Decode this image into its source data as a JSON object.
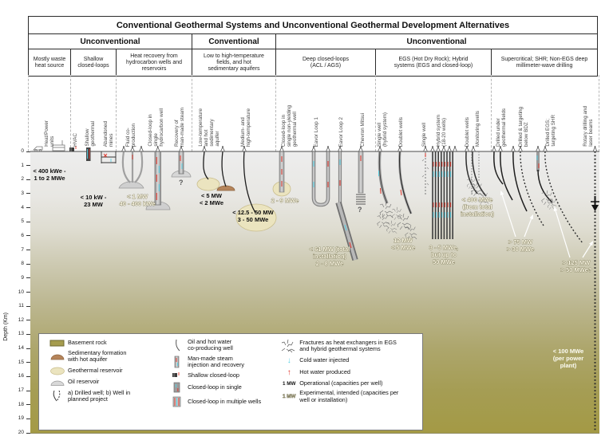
{
  "title": "Conventional Geothermal Systems and Unconventional Geothermal Development Alternatives",
  "categories": [
    "Unconventional",
    "Conventional",
    "Unconventional"
  ],
  "groups": [
    "Mostly waste\nheat source",
    "Shallow\nclosed-loops",
    "Heat recovery from\nhydrocarbon wells and\nreservoirs",
    "Low to high-temperature\nfields, and hot\nsedimentary aquifers",
    "Deep closed-loops\n(ACL / AGS)",
    "EGS (Hot Dry Rock); Hybrid\nsystems (EGS and closed-loop)",
    "Supercritical; SHR; Non-EGS deep\nmillimeter-wave drilling"
  ],
  "wells": [
    "Heat/Power\nunits",
    "HVAC",
    "Shallow\ngeothermal",
    "Abandoned\nmines",
    "Fluid co-\nproduction",
    "Closed-loop in\nsingle\nhydrocarbon well",
    "Recovery of\nman-made steam",
    "Low-temperature\nand hot\nsedimentary\naquifer",
    "Medium- and\nhigh-temperature",
    "Closed-loop in\nsingle non-yielding\ngeothermal well",
    "Eavor Loop 1",
    "Eavor Loop 2",
    "Chevron Mitsui",
    "Single well\n(hybrid system)",
    "Doublet wells",
    "Single well",
    "Hybrid system\n(18-20 wells)",
    "Doublet wells",
    "Monitoring wells",
    "Drilled under\ngeothermal fields",
    "Drilled & targeting\nbelow BDZ",
    "Drilled EGS;\ntargeting SHR",
    "Rotary drilling and\nlaser beams"
  ],
  "axis": {
    "label": "Depth (Km)",
    "ticks": [
      "0",
      "1",
      "2",
      "3",
      "4",
      "5",
      "6",
      "7",
      "8",
      "9",
      "10",
      "11",
      "12",
      "13",
      "14",
      "15",
      "16",
      "17",
      "18",
      "19",
      "20"
    ]
  },
  "annotations": [
    {
      "text": "< 400 kWe -\n1 to 2 MWe",
      "category": "operational"
    },
    {
      "text": "< 10 kW -\n23 MW",
      "category": "operational"
    },
    {
      "text": "< 1 MW\n40 - 400 kWe",
      "category": "experimental"
    },
    {
      "text": "< 5 MW\n< 2 MWe",
      "category": "operational"
    },
    {
      "text": "< 12.5 - 50 MW\n3 - 50 MWe",
      "category": "operational"
    },
    {
      "text": "2 - 9 MWe",
      "category": "experimental"
    },
    {
      "text": "< 61 MW (total\ninstallation)\n2 - 8 MWe",
      "category": "experimental"
    },
    {
      "text": "12 MW\n< 5 MWe",
      "category": "experimental"
    },
    {
      "text": "3 - 5 MWe,\nbut up to\n50 MWe",
      "category": "experimental"
    },
    {
      "text": "< 400 MWe\n(from total\ninstallation)",
      "category": "experimental"
    },
    {
      "text": "> 75 MW\n> 30 MWe",
      "category": "experimental"
    },
    {
      "text": "> 125 MW\n> 50 MWe?",
      "category": "experimental"
    },
    {
      "text": "< 100 MWe\n(per power\nplant)",
      "category": "white"
    }
  ],
  "question_marks": [
    "?",
    "?"
  ],
  "legend": {
    "col_a": [
      "Basement rock",
      "Sedimentary formation\nwith hot aquifer",
      "Geothermal reservoir",
      "Oil reservoir",
      "a) Drilled well; b) Well in\nplanned project"
    ],
    "col_b": [
      "Oil and hot water\nco-producing well",
      "Man-made steam\ninjection and recovery",
      "Shallow closed-loop",
      "Closed-loop in single",
      "Closed-loop in multiple wells"
    ],
    "col_c": [
      "Fractures as heat exchangers in EGS\nand hybrid geothermal systems",
      "Cold water injected",
      "Hot water produced",
      "Operational (capacities per well)",
      "Experimental, intended (capacities per\nwell or installation)"
    ],
    "capacity_operational_icon": "1 MW",
    "capacity_experimental_icon": "1 MW"
  },
  "icons": {
    "cold_water_arrow": "↓",
    "hot_water_arrow": "↑"
  },
  "colors": {
    "basement_rock": "#a59c4e",
    "sedimentary_formation": "#b5845a",
    "geothermal_reservoir": "#ebe4bf",
    "oil_reservoir": "#d9d9d9",
    "cold_water": "#58cfe3",
    "hot_water": "#e0392e"
  }
}
